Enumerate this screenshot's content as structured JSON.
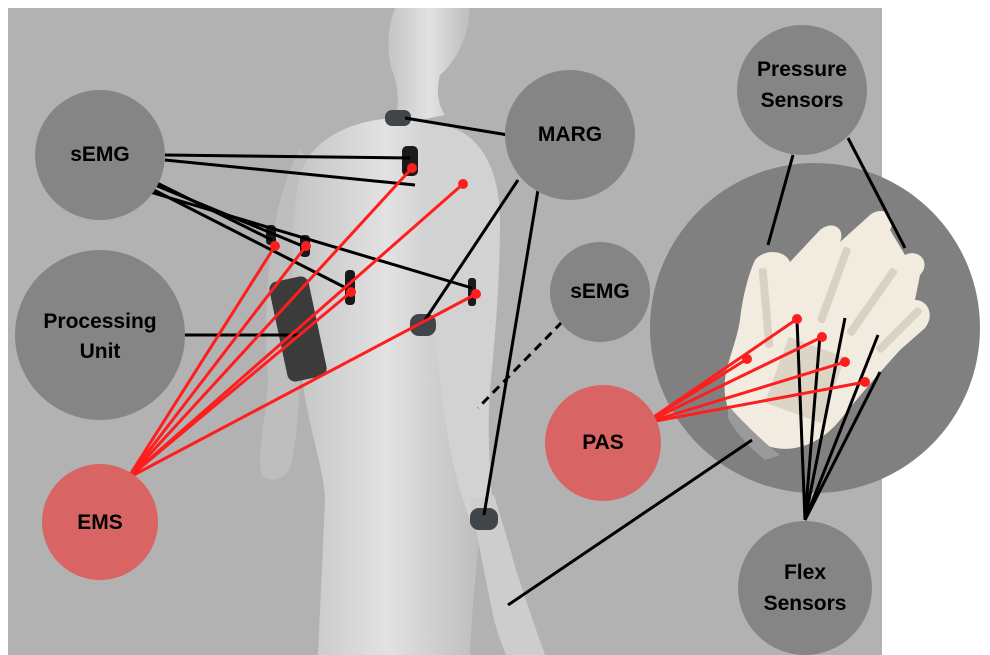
{
  "labels": {
    "semg_top": "sEMG",
    "processing_line1": "Processing",
    "processing_line2": "Unit",
    "ems": "EMS",
    "marg": "MARG",
    "semg_mid": "sEMG",
    "pressure_line1": "Pressure",
    "pressure_line2": "Sensors",
    "pas": "PAS",
    "flex_line1": "Flex",
    "flex_line2": "Sensors"
  },
  "colors": {
    "background_panel": "#b2b2b2",
    "node_gray": "#858585",
    "node_red": "#d86464",
    "connector_black": "#000000",
    "connector_red": "#ff1d1d",
    "body": "#d9d9d9",
    "sensor_pad": "#3f4549",
    "glove": "#f1ebe0",
    "hand_circle": "#808080"
  },
  "icons": {
    "body": "human-body-figure",
    "glove": "sensor-glove-photo"
  }
}
